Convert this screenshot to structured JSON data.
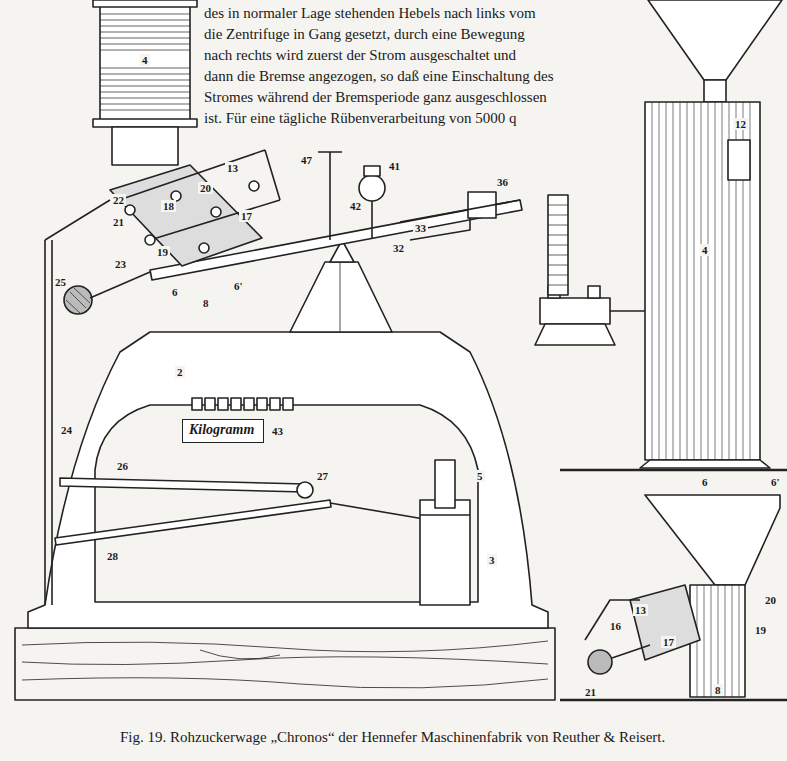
{
  "diagram": {
    "caption": "Fig. 19. Rohzuckerwage „Chronos“ der Hennefer Maschinenfabrik von Reuther & Reisert.",
    "nodes": [
      {
        "text": [
          "Kilogramm"
        ]
      }
    ],
    "labels": [
      "des in normaler Lage stehenden Hebels nach links vom",
      "die Zentrifuge in Gang gesetzt, durch eine Bewegung",
      "nach rechts wird zuerst der Strom ausgeschaltet und",
      "dann die Bremse angezogen, so daß eine Einschaltung des",
      "Stromes während der Bremsperiode ganz ausgeschlossen",
      "ist. Für eine tägliche Rübenverarbeitung von 5000 q",
      "4",
      "13",
      "20",
      "18",
      "17",
      "22",
      "21",
      "19",
      "23",
      "6",
      "6'",
      "8",
      "25",
      "47",
      "41",
      "42",
      "33",
      "32",
      "36",
      "2",
      "43",
      "24",
      "26",
      "27",
      "28",
      "5",
      "3",
      "4",
      "12",
      "6",
      "6'",
      "16",
      "13",
      "17",
      "19",
      "20",
      "21",
      "8"
    ]
  }
}
